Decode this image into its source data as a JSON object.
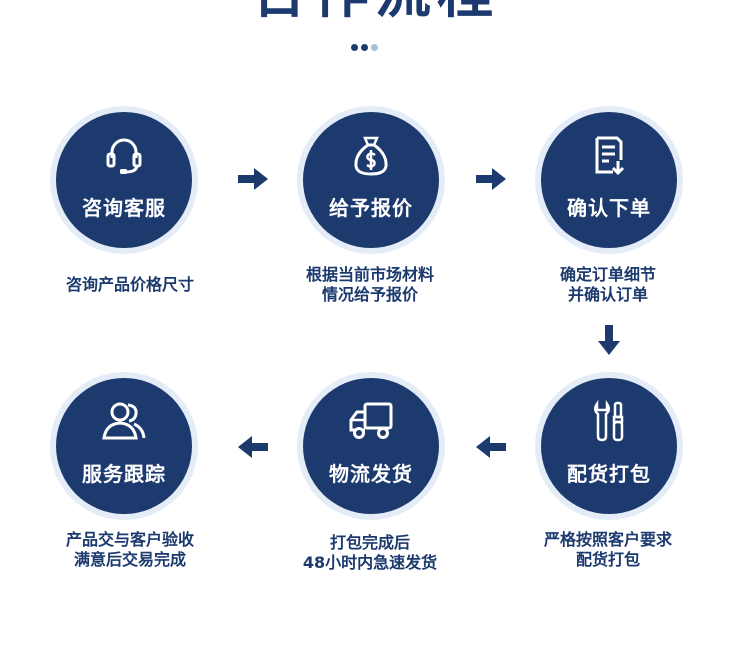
{
  "header": {
    "title": "合作流程"
  },
  "colors": {
    "primary": "#1d3a6e",
    "ring": "#e4ecf7",
    "dot_light": "#a9bfe0"
  },
  "steps": [
    {
      "label": "咨询客服",
      "icon": "headset-icon",
      "desc": [
        "咨询产品价格尺寸"
      ]
    },
    {
      "label": "给予报价",
      "icon": "money-bag-icon",
      "desc": [
        "根据当前市场材料",
        "情况给予报价"
      ]
    },
    {
      "label": "确认下单",
      "icon": "document-checklist-icon",
      "desc": [
        "确定订单细节",
        "并确认订单"
      ]
    },
    {
      "label": "配货打包",
      "icon": "tools-icon",
      "desc": [
        "严格按照客户要求",
        "配货打包"
      ]
    },
    {
      "label": "物流发货",
      "icon": "delivery-truck-icon",
      "desc": [
        "打包完成后",
        "48小时内急速发货"
      ]
    },
    {
      "label": "服务跟踪",
      "icon": "users-icon",
      "desc": [
        "产品交与客户验收",
        "满意后交易完成"
      ]
    }
  ]
}
